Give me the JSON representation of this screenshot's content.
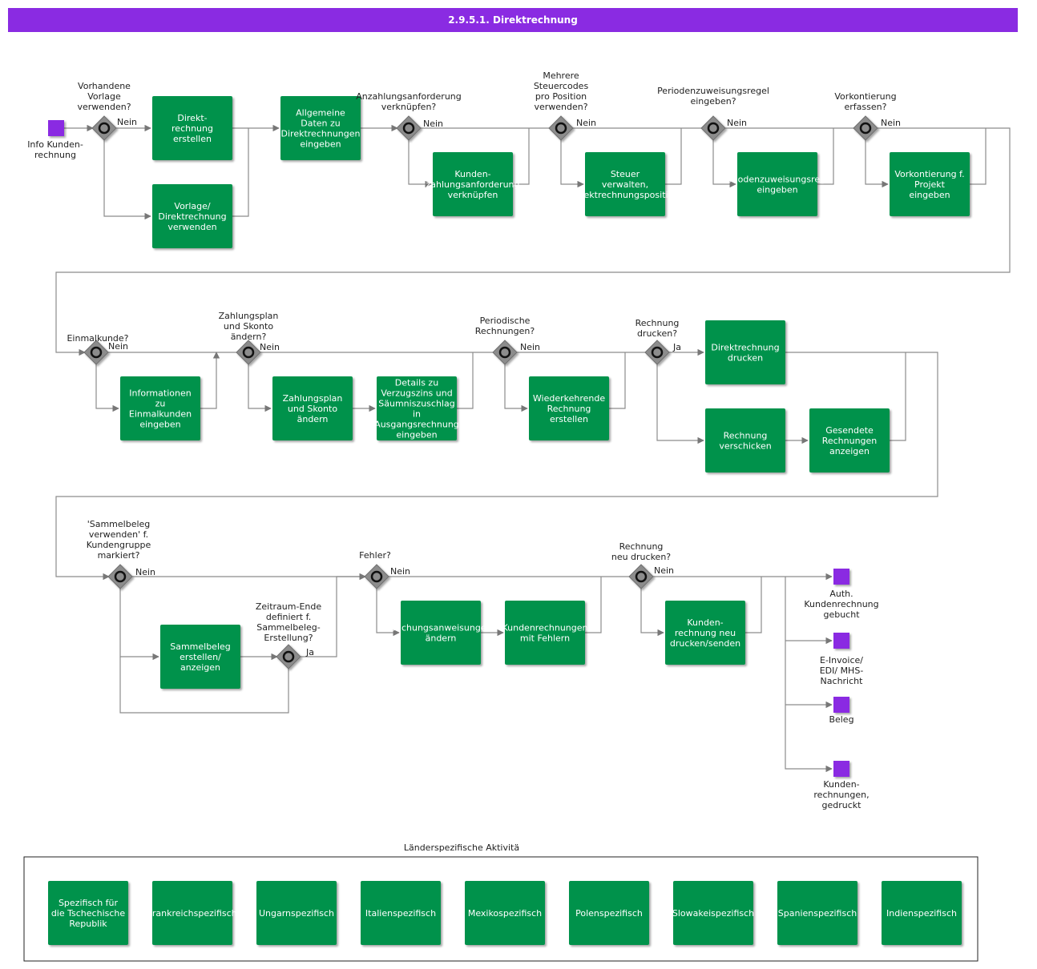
{
  "title": "2.9.5.1. Direktrechnung",
  "colors": {
    "header": "#8a2be2",
    "task": "#00924c",
    "event": "#8a2be2",
    "gateway": "#8c8c8c",
    "line": "#8c8c8c"
  },
  "events": [
    {
      "id": "start",
      "label": [
        "Info Kunden-",
        "rechnung"
      ]
    },
    {
      "id": "end1",
      "label": [
        "Auth.",
        "Kundenrechnung",
        "gebucht"
      ]
    },
    {
      "id": "end2",
      "label": [
        "E-Invoice/",
        "EDI/ MHS-",
        "Nachricht"
      ]
    },
    {
      "id": "end3",
      "label": [
        "Beleg"
      ]
    },
    {
      "id": "end4",
      "label": [
        "Kunden-",
        "rechnungen,",
        "gedruckt"
      ]
    }
  ],
  "gateways": [
    {
      "id": "g1",
      "question": [
        "Vorhandene",
        "Vorlage",
        "verwenden?"
      ],
      "answer": "Nein"
    },
    {
      "id": "g2",
      "question": [
        "Anzahlungsanforderung",
        "verknüpfen?"
      ],
      "answer": "Nein"
    },
    {
      "id": "g3",
      "question": [
        "Mehrere",
        "Steuercodes",
        "pro Position",
        "verwenden?"
      ],
      "answer": "Nein"
    },
    {
      "id": "g4",
      "question": [
        "Periodenzuweisungsregel",
        "eingeben?"
      ],
      "answer": "Nein"
    },
    {
      "id": "g5",
      "question": [
        "Vorkontierung",
        "erfassen?"
      ],
      "answer": "Nein"
    },
    {
      "id": "g6",
      "question": [
        "Einmalkunde?"
      ],
      "answer": "Nein"
    },
    {
      "id": "g7",
      "question": [
        "Zahlungsplan",
        "und Skonto",
        "ändern?"
      ],
      "answer": "Nein"
    },
    {
      "id": "g8",
      "question": [
        "Periodische",
        "Rechnungen?"
      ],
      "answer": "Nein"
    },
    {
      "id": "g9",
      "question": [
        "Rechnung",
        "drucken?"
      ],
      "answer": "Ja"
    },
    {
      "id": "g10",
      "question": [
        "'Sammelbeleg",
        "verwenden' f.",
        "Kundengruppe",
        "markiert?"
      ],
      "answer": "Nein"
    },
    {
      "id": "g11",
      "question": [
        "Zeitraum-Ende",
        "definiert f.",
        "Sammelbeleg-",
        "Erstellung?"
      ],
      "answer": "Ja"
    },
    {
      "id": "g12",
      "question": [
        "Fehler?"
      ],
      "answer": "Nein"
    },
    {
      "id": "g13",
      "question": [
        "Rechnung",
        "neu drucken?"
      ],
      "answer": "Nein"
    }
  ],
  "tasks": [
    {
      "id": "t1",
      "label": [
        "Direkt-",
        "rechnung",
        "erstellen"
      ]
    },
    {
      "id": "t2",
      "label": [
        "Vorlage/",
        "Direktrechnung",
        "verwenden"
      ]
    },
    {
      "id": "t3",
      "label": [
        "Allgemeine",
        "Daten zu",
        "Direktrechnungen",
        "eingeben"
      ]
    },
    {
      "id": "t4",
      "label": [
        "Kunden-",
        "zahlungsanforderung",
        "verknüpfen"
      ]
    },
    {
      "id": "t5",
      "label": [
        "Steuer",
        "verwalten,",
        "Direktrechnungsposition"
      ]
    },
    {
      "id": "t6",
      "label": [
        "Periodenzuweisungsregel",
        "eingeben"
      ]
    },
    {
      "id": "t7",
      "label": [
        "Vorkontierung f.",
        "Projekt",
        "eingeben"
      ]
    },
    {
      "id": "t8",
      "label": [
        "Informationen",
        "zu",
        "Einmalkunden",
        "eingeben"
      ]
    },
    {
      "id": "t9",
      "label": [
        "Zahlungsplan",
        "und Skonto",
        "ändern"
      ]
    },
    {
      "id": "t10",
      "label": [
        "Details zu",
        "Verzugszins und",
        "Säumniszuschlag",
        "in",
        "Ausgangsrechnung",
        "eingeben"
      ]
    },
    {
      "id": "t11",
      "label": [
        "Wiederkehrende",
        "Rechnung",
        "erstellen"
      ]
    },
    {
      "id": "t12",
      "label": [
        "Direktrechnung",
        "drucken"
      ]
    },
    {
      "id": "t13",
      "label": [
        "Rechnung",
        "verschicken"
      ]
    },
    {
      "id": "t14",
      "label": [
        "Gesendete",
        "Rechnungen",
        "anzeigen"
      ]
    },
    {
      "id": "t15",
      "label": [
        "Sammelbeleg",
        "erstellen/",
        "anzeigen"
      ]
    },
    {
      "id": "t16",
      "label": [
        "Buchungsanweisungen",
        "ändern"
      ]
    },
    {
      "id": "t17",
      "label": [
        "Kundenrechnungen",
        "mit Fehlern"
      ]
    },
    {
      "id": "t18",
      "label": [
        "Kunden-",
        "rechnung neu",
        "drucken/senden"
      ]
    }
  ],
  "country_box": {
    "title": "Länderspezifische Aktivitä",
    "items": [
      "Spezifisch für|die Tschechische|Republik",
      "Frankreichspezifisch",
      "Ungarnspezifisch",
      "Italienspezifisch",
      "Mexikospezifisch",
      "Polenspezifisch",
      "Slowakeispezifisch",
      "Spanienspezifisch",
      "Indienspezifisch"
    ]
  }
}
